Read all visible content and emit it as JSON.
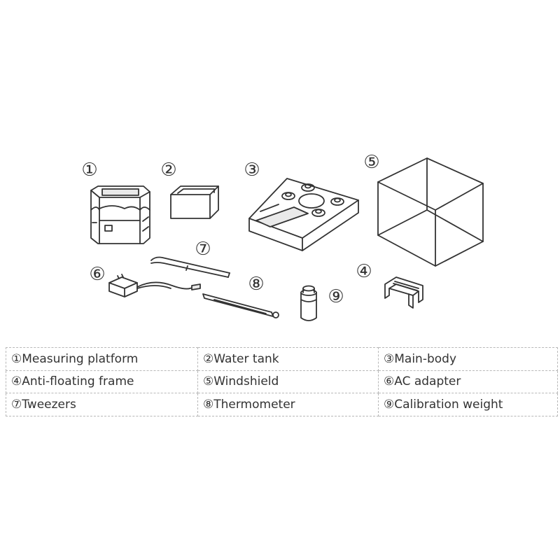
{
  "callouts": {
    "c1": "①",
    "c2": "②",
    "c3": "③",
    "c4": "④",
    "c5": "⑤",
    "c6": "⑥",
    "c7": "⑦",
    "c8": "⑧",
    "c9": "⑨"
  },
  "legend": {
    "rows": [
      [
        "①Measuring platform",
        "②Water tank",
        "③Main-body"
      ],
      [
        "④Anti-floating frame",
        "⑤Windshield",
        "⑥AC adapter"
      ],
      [
        "⑦Tweezers",
        "⑧Thermometer",
        "⑨Calibration weight"
      ]
    ]
  },
  "colors": {
    "line": "#333333",
    "table_border": "#b8b8b8",
    "background": "#ffffff"
  }
}
